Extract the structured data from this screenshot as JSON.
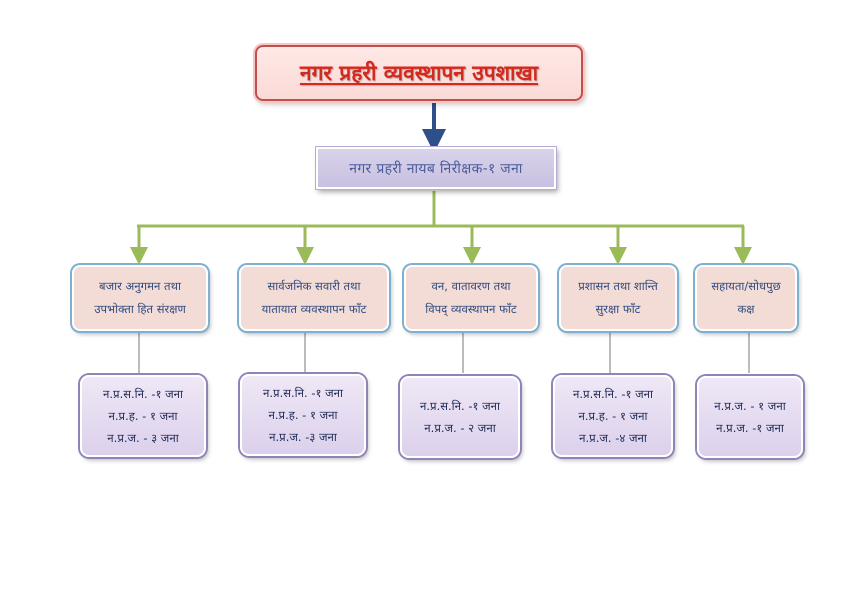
{
  "title": "नगर प्रहरी व्यवस्थापन उपशाखा",
  "head": "नगर प्रहरी नायब निरीक्षक-१ जना",
  "units": [
    {
      "name": "बजार अनुगमन तथा\nउपभोक्ता हित संरक्षण",
      "staff": [
        "न.प्र.स.नि. -१ जना",
        "न.प्र.ह. - १ जना",
        "न.प्र.ज. - ३ जना"
      ]
    },
    {
      "name": "सार्वजनिक सवारी तथा\nयातायात व्यवस्थापन फाँट",
      "staff": [
        "न.प्र.स.नि. -१ जना",
        "न.प्र.ह. - १ जना",
        "न.प्र.ज. -३ जना"
      ]
    },
    {
      "name": "वन, वातावरण तथा\nविपद् व्यवस्थापन फाँट",
      "staff": [
        "न.प्र.स.नि. -१ जना",
        "न.प्र.ज. - २ जना"
      ]
    },
    {
      "name": "प्रशासन तथा शान्ति\nसुरक्षा फाँट",
      "staff": [
        "न.प्र.स.नि. -१ जना",
        "न.प्र.ह. - १ जना",
        "न.प्र.ज. -४ जना"
      ]
    },
    {
      "name": "सहायता/सोधपुछ\nकक्ष",
      "staff": [
        "न.प्र.ज. - १ जना",
        "न.प्र.ज. -१ जना"
      ]
    }
  ],
  "colors": {
    "title_border": "#c0504d",
    "title_text": "#d42a1e",
    "head_fill": "#ccc5e3",
    "connector_main": "#2e4f8a",
    "connector_branch": "#9bbb59",
    "connector_staff": "#a6a6a6",
    "unit_fill": "#f4dcd6",
    "unit_border": "#7fb0cf",
    "staff_fill": "#e6ddf1",
    "staff_border": "#8e84b8"
  }
}
